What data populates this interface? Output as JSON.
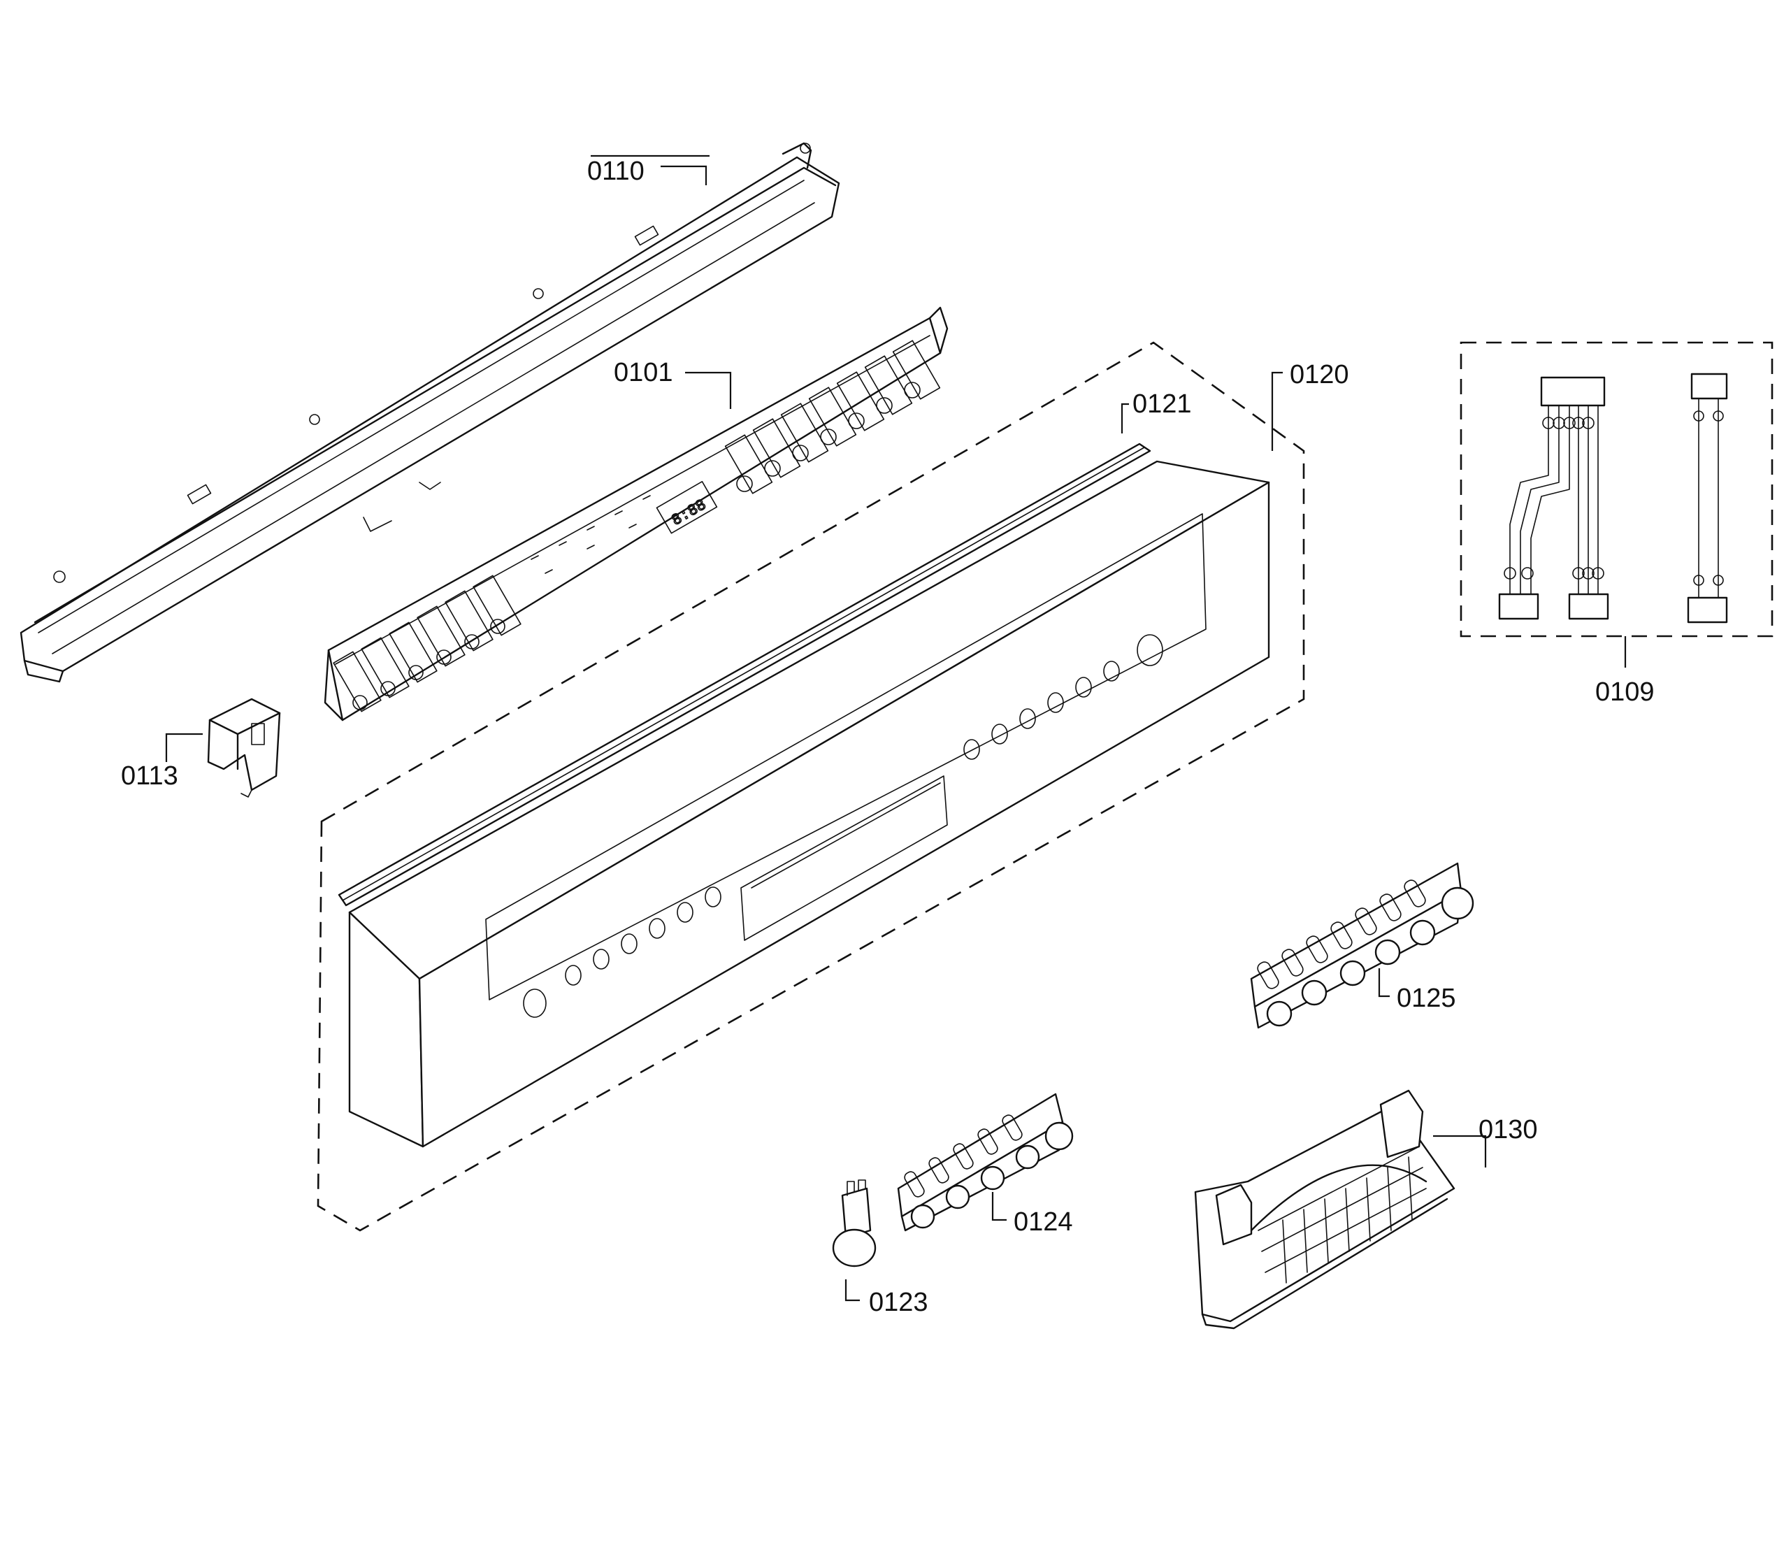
{
  "labels": {
    "p0110": "0110",
    "p0101": "0101",
    "p0120": "0120",
    "p0121": "0121",
    "p0109": "0109",
    "p0113": "0113",
    "p0125": "0125",
    "p0130": "0130",
    "p0124": "0124",
    "p0123": "0123"
  }
}
